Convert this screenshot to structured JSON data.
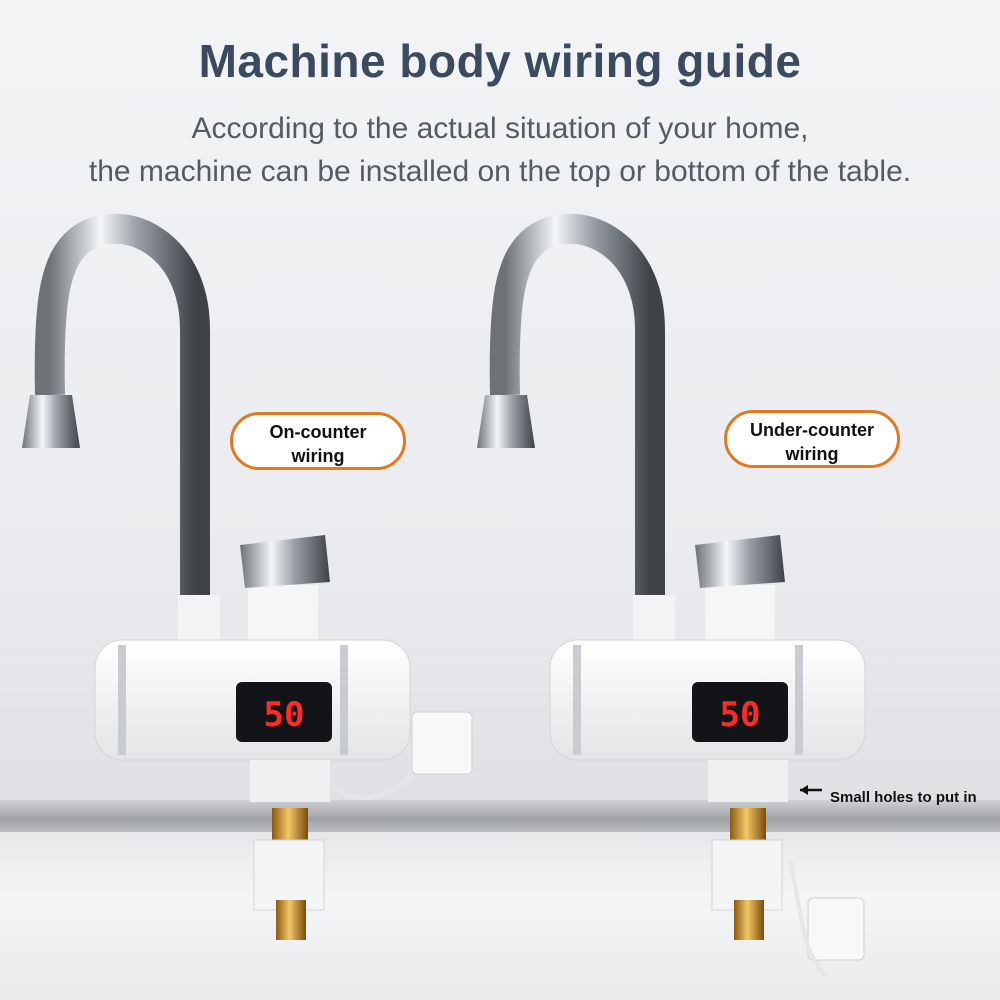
{
  "header": {
    "title": "Machine body wiring guide",
    "subtitle_line1": "According to the actual situation of your home,",
    "subtitle_line2": "the machine can be installed on the top or bottom of the table."
  },
  "faucet_left": {
    "label_line1": "On-counter",
    "label_line2": "wiring",
    "display_value": "50"
  },
  "faucet_right": {
    "label_line1": "Under-counter",
    "label_line2": "wiring",
    "display_value": "50"
  },
  "annotation": {
    "holes_text": "Small holes to put in"
  },
  "colors": {
    "title": "#3b4a5f",
    "bubble_border": "#e07a1f",
    "led": "#ff2a2a"
  }
}
